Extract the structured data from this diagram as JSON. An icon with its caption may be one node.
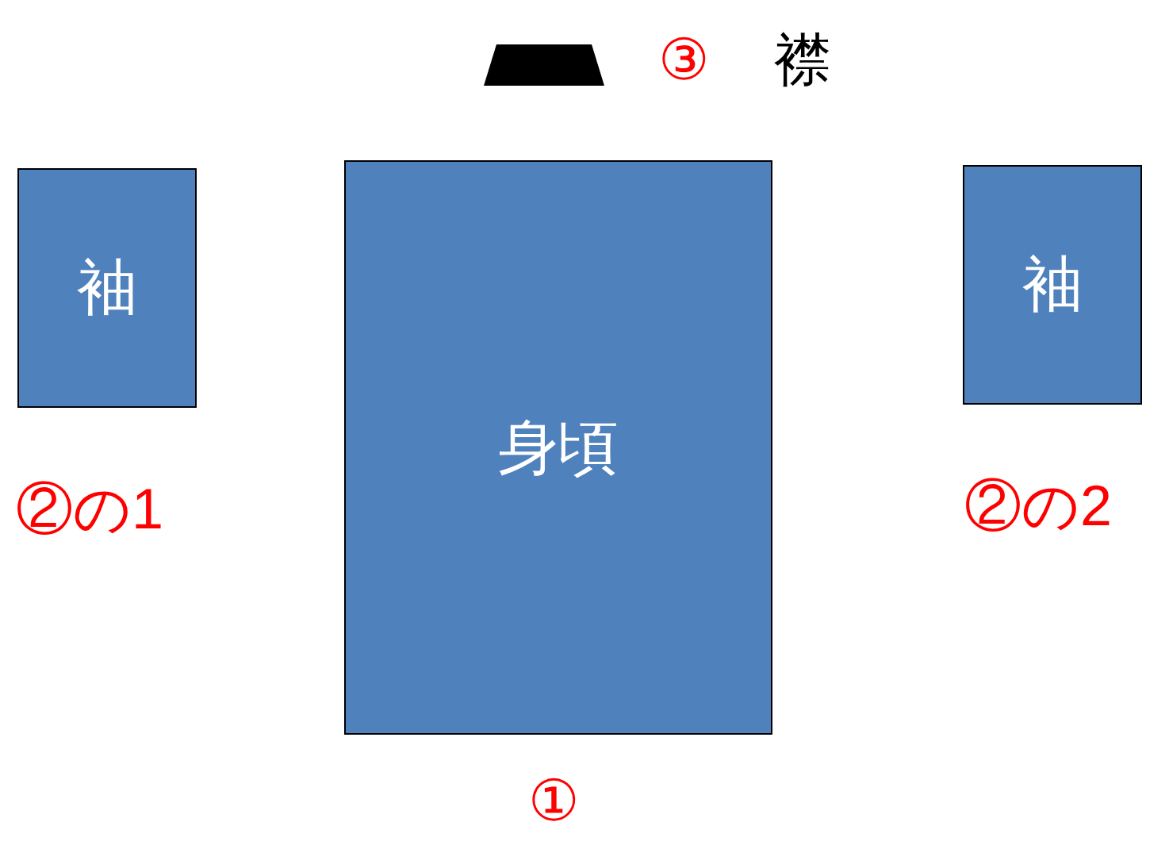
{
  "diagram": {
    "nodes": [
      {
        "text": [],
        "shape": "trapezoid",
        "beside": [
          "③",
          "襟"
        ]
      },
      {
        "text": [
          "袖"
        ],
        "beside": [
          "②の1"
        ]
      },
      {
        "text": [
          "身頃"
        ],
        "beside": [
          "①"
        ]
      },
      {
        "text": [
          "袖"
        ],
        "beside": [
          "②の2"
        ]
      }
    ]
  }
}
